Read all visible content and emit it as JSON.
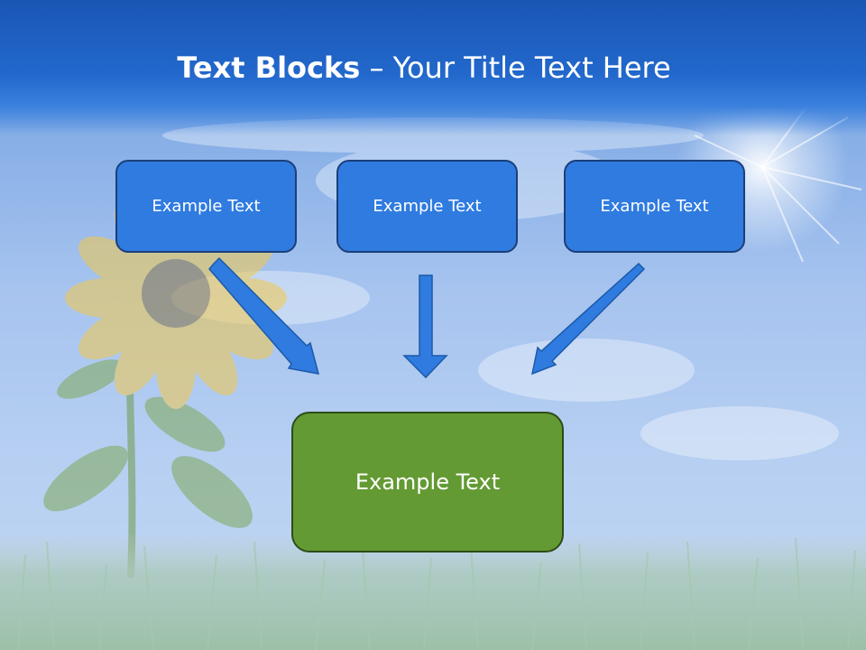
{
  "slide": {
    "title_bold": "Text Blocks",
    "title_dash": " – ",
    "title_rest": "Your Title Text Here",
    "boxes": [
      "Example Text",
      "Example Text",
      "Example Text"
    ],
    "result_box": "Example Text"
  },
  "colors": {
    "box_blue": "#2f7be0",
    "box_border": "#1c3f7a",
    "box_green": "#639a33",
    "arrow": "#2f7be0"
  }
}
